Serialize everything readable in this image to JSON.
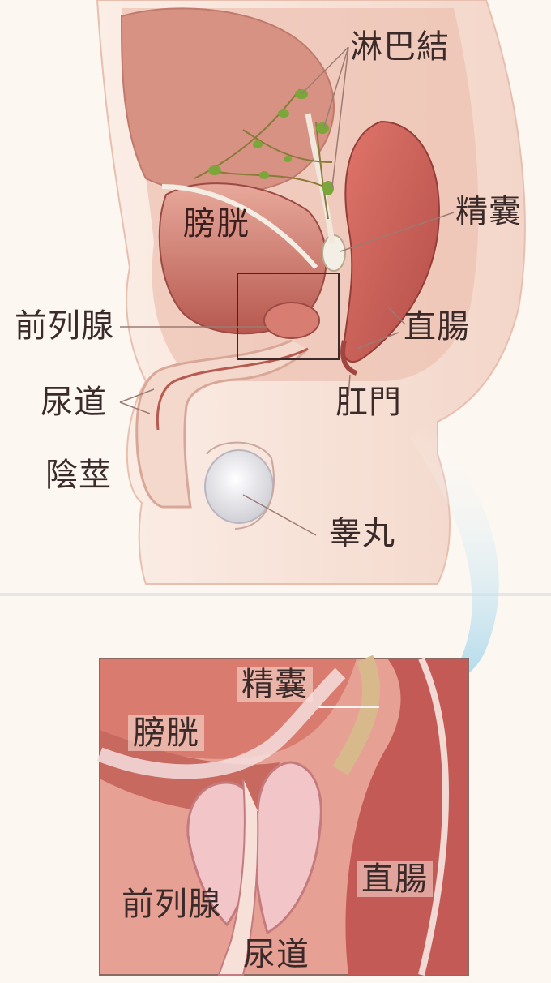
{
  "top_diagram": {
    "labels": {
      "lymph_nodes": "淋巴結",
      "seminal_vesicle": "精囊",
      "bladder": "膀胱",
      "prostate": "前列腺",
      "rectum": "直腸",
      "urethra": "尿道",
      "anus": "肛門",
      "penis": "陰莖",
      "testicle": "睾丸"
    }
  },
  "detail_diagram": {
    "labels": {
      "seminal_vesicle": "精囊",
      "bladder": "膀胱",
      "prostate": "前列腺",
      "rectum": "直腸",
      "urethra": "尿道"
    }
  },
  "colors": {
    "background": "#fdf7f1",
    "tissue": "#d98c80",
    "tissue_dark": "#b65a52",
    "skin": "#f6dcd0",
    "prostate": "#f2c6c8",
    "lymph_green": "#7aa63a",
    "arrow": "#bfe0ef"
  }
}
